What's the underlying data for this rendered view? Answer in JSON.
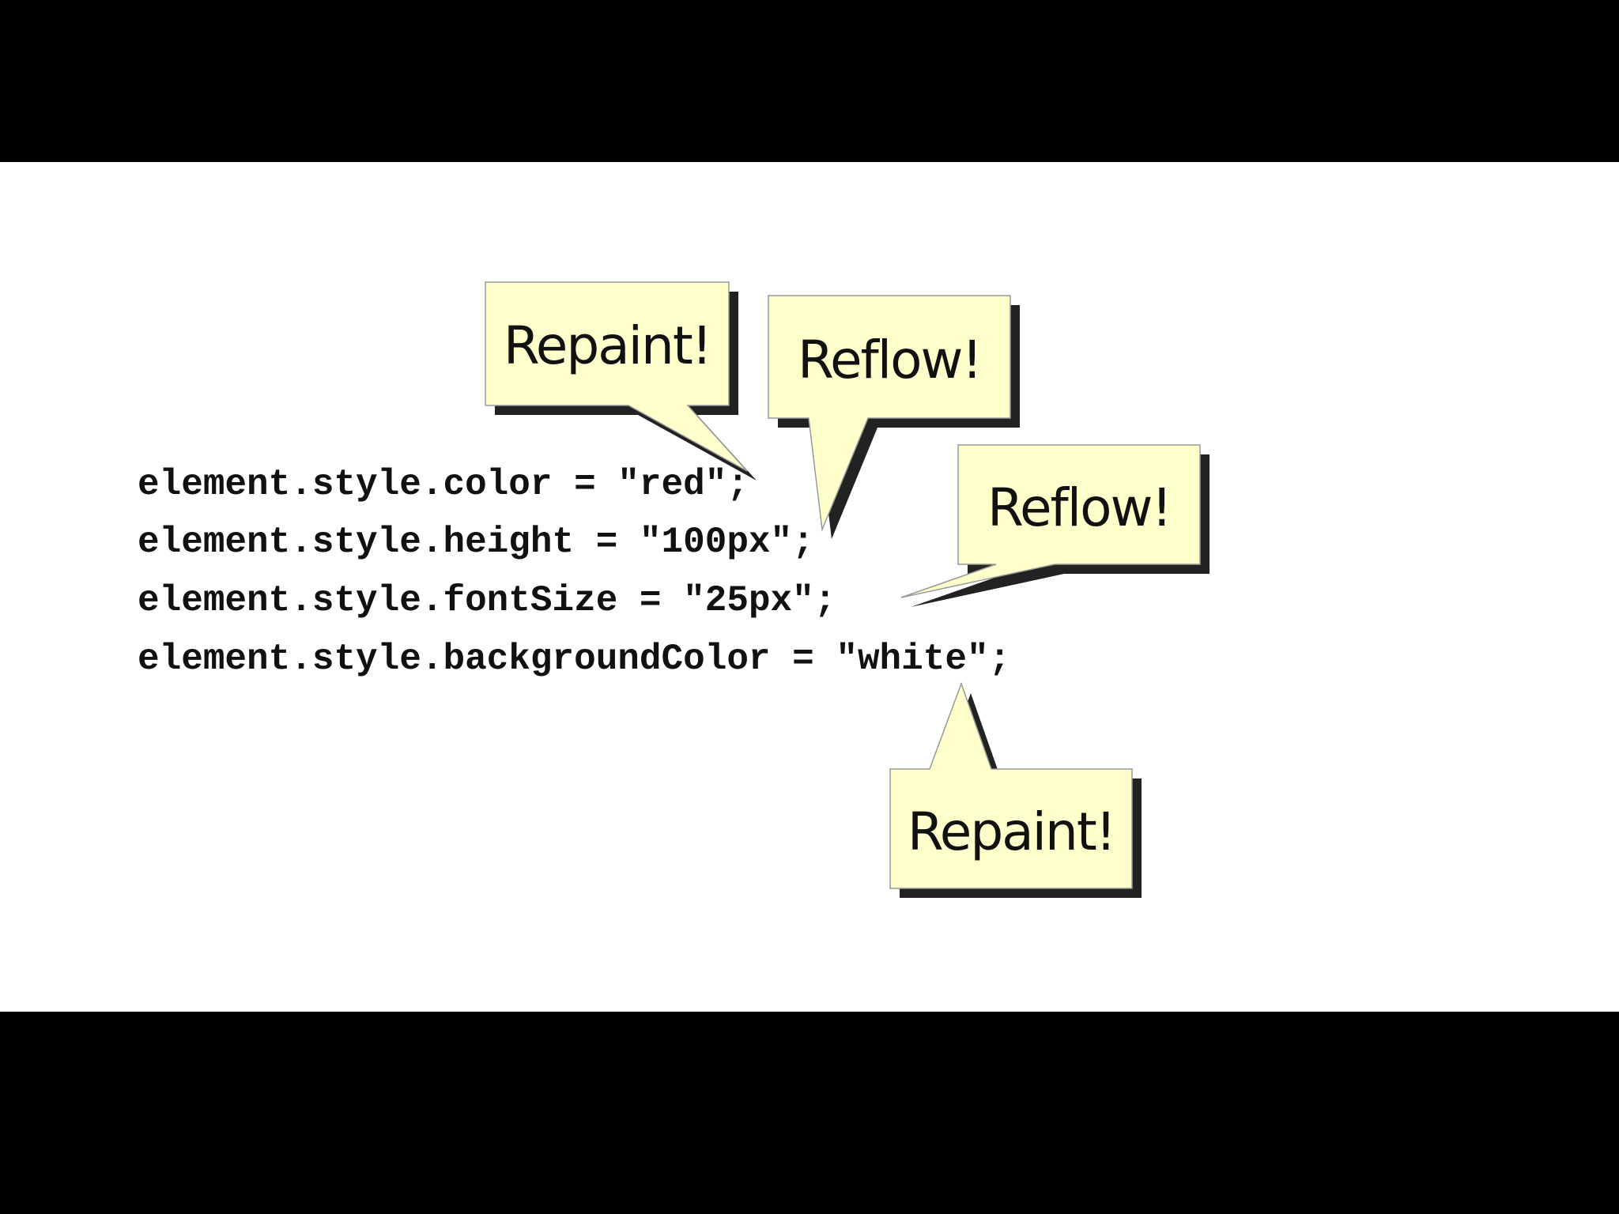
{
  "slide": {
    "code_lines": [
      "element.style.color = \"red\";",
      "element.style.height = \"100px\";",
      "element.style.fontSize = \"25px\";",
      "element.style.backgroundColor = \"white\";"
    ],
    "callouts": [
      "Repaint!",
      "Reflow!",
      "Reflow!",
      "Repaint!"
    ]
  },
  "colors": {
    "letterbox": "#000000",
    "slide_background": "#ffffff",
    "callout_fill": "#ffffcc",
    "callout_shadow": "#222222",
    "callout_border": "#999999"
  }
}
